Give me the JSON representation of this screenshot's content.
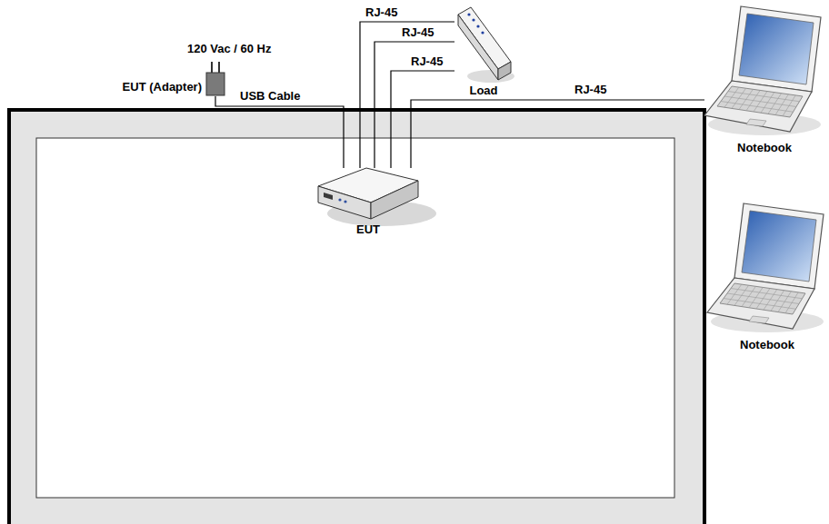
{
  "diagram": {
    "nodes": [
      {
        "text": [
          "EUT (Adapter)"
        ]
      },
      {
        "text": [
          "Load"
        ]
      },
      {
        "text": [
          "EUT"
        ]
      },
      {
        "text": [
          "Notebook"
        ]
      },
      {
        "text": [
          "Notebook"
        ]
      }
    ],
    "edges": [
      {
        "from": 0,
        "to": 2,
        "arrow": "none",
        "label": "USB Cable"
      },
      {
        "from": 2,
        "to": 1,
        "arrow": "none",
        "label": "RJ-45"
      },
      {
        "from": 2,
        "to": 1,
        "arrow": "none",
        "label": "RJ-45"
      },
      {
        "from": 2,
        "to": 1,
        "arrow": "none",
        "label": "RJ-45"
      },
      {
        "from": 2,
        "to": 3,
        "arrow": "none",
        "label": "RJ-45"
      }
    ],
    "labels": [
      "120 Vac / 60 Hz"
    ]
  }
}
